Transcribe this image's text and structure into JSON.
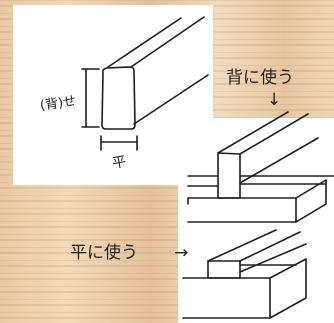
{
  "diagram": {
    "height_label": "(背)せ",
    "width_label": "平",
    "back_use_label": "背に使う",
    "back_use_arrow": "↓",
    "flat_use_label": "平に使う",
    "flat_use_arrow": "→"
  }
}
